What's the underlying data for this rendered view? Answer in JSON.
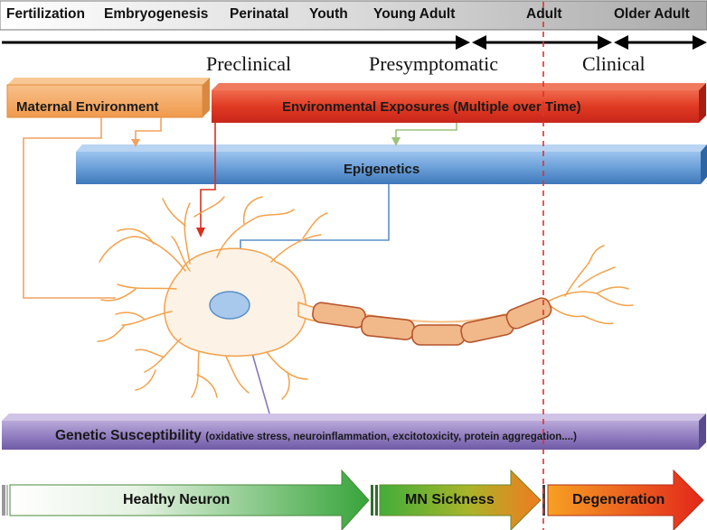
{
  "timeline": {
    "stages": [
      "Fertilization",
      "Embryogenesis",
      "Perinatal",
      "Youth",
      "Young Adult",
      "Adult",
      "Older Adult"
    ]
  },
  "phases": [
    "Preclinical",
    "Presymptomatic",
    "Clinical"
  ],
  "boxes": {
    "maternal": "Maternal Environment",
    "exposures": "Environmental Exposures (Multiple over Time)",
    "epigenetics": "Epigenetics",
    "genetic_main": "Genetic Susceptibility",
    "genetic_detail": "(oxidative stress, neuroinflammation, excitotoxicity, protein aggregation....)"
  },
  "progression": [
    "Healthy Neuron",
    "MN Sickness",
    "Degeneration"
  ],
  "colors": {
    "maternal": "#f4a261",
    "exposures": "#e03a22",
    "epigenetics": "#5b8fc9",
    "genetic": "#8e7cb8",
    "neuron_outline": "#f3a24b",
    "myelin": "#b5562d",
    "nucleus": "#a9c9ec",
    "healthy": "#3eab3a",
    "sickness": "#f07a20",
    "degeneration": "#e2261b",
    "adult_line": "#e03030"
  }
}
